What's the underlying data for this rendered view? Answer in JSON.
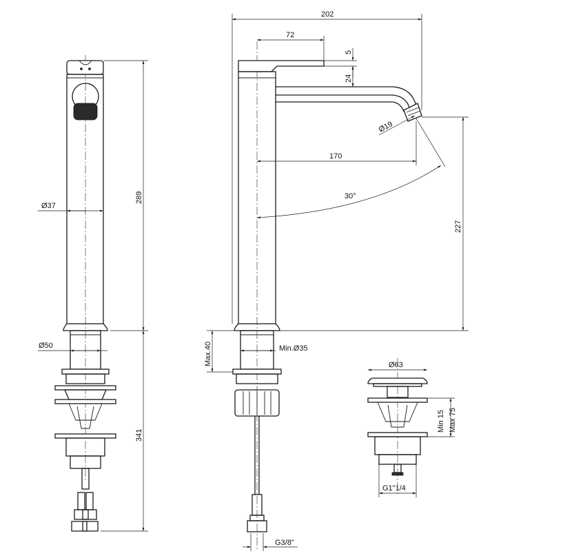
{
  "dimensions": {
    "front_view": {
      "body_diameter": "Ø37",
      "body_height": "289",
      "base_diameter": "Ø50",
      "under_height": "341"
    },
    "side_view": {
      "overall_reach": "202",
      "lever_length": "72",
      "lever_thickness": "5",
      "lever_height": "24",
      "aerator_diameter": "Ø19",
      "spout_reach": "170",
      "swivel_angle": "30°",
      "spout_height": "227",
      "max_deck": "Max.40",
      "min_hole": "Min.Ø35",
      "inlet_thread": "G3/8\""
    },
    "waste_view": {
      "plug_diameter": "Ø63",
      "min_thickness": "Min 15",
      "max_thickness": "Max 75",
      "waste_thread": "G1\"1/4"
    }
  }
}
